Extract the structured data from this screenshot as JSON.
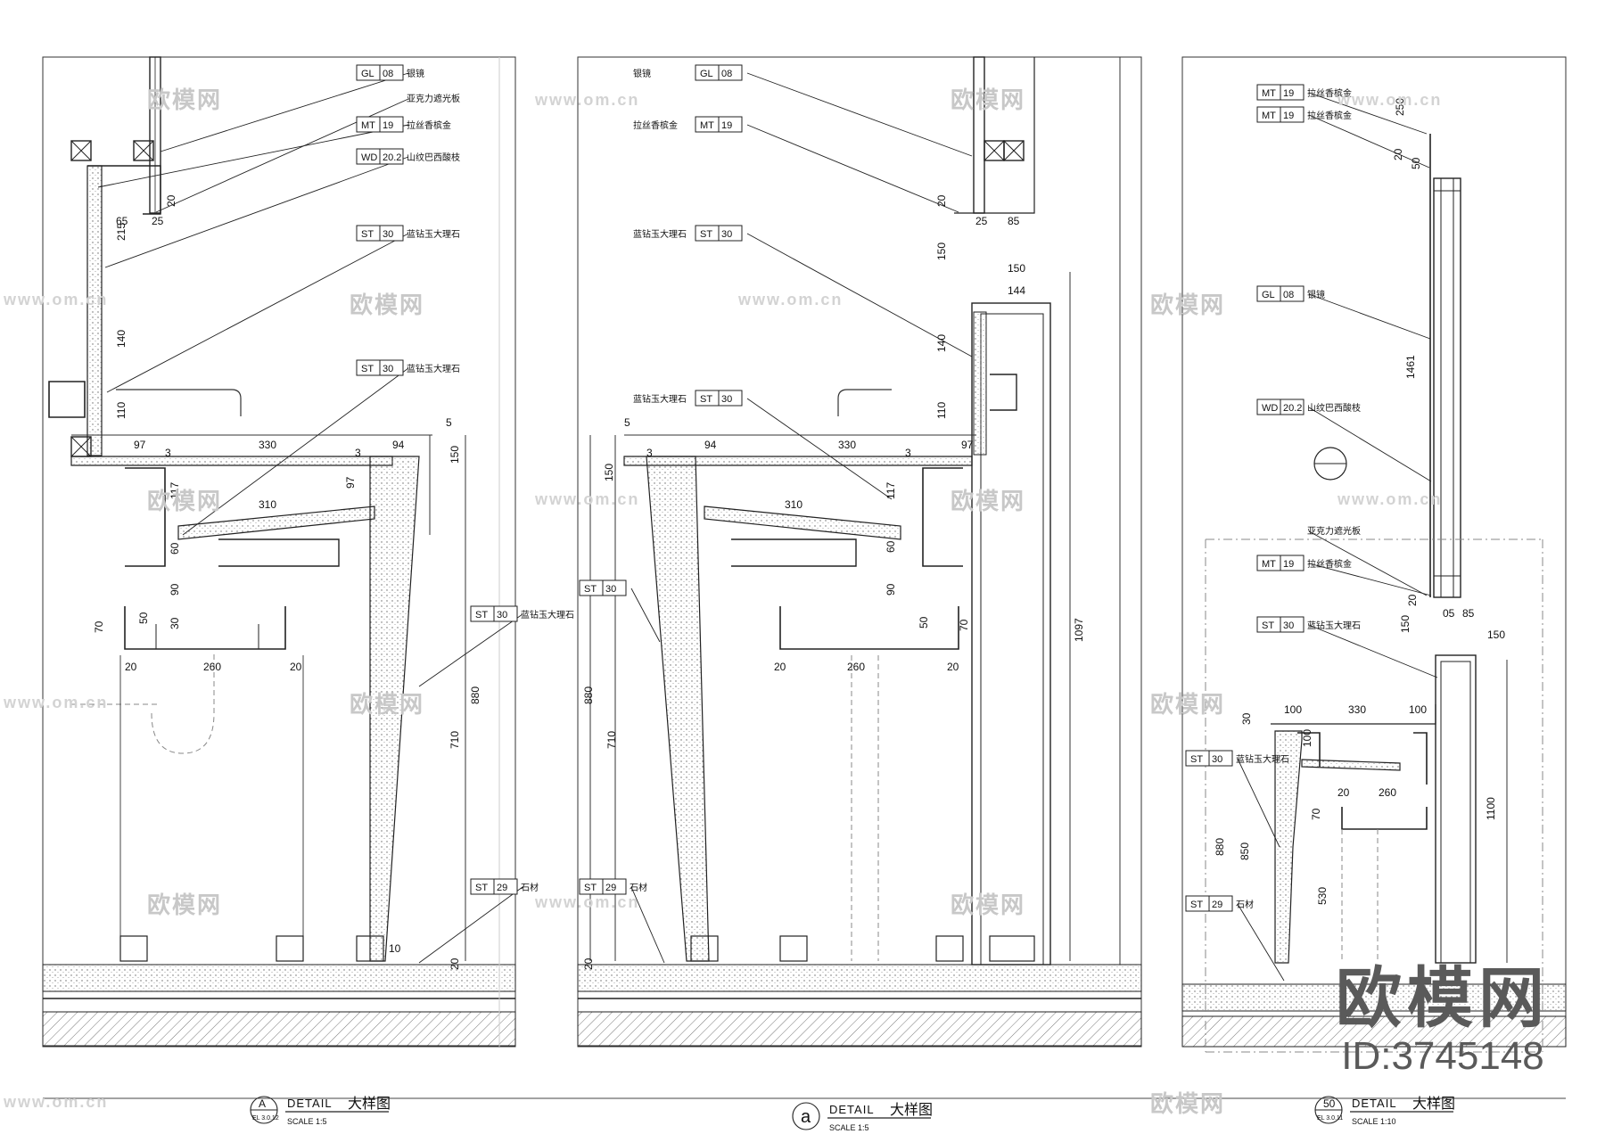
{
  "watermark": {
    "logo": "欧模网",
    "url": "www.om.cn"
  },
  "brand": {
    "logo": "欧模网",
    "id": "ID:3745148"
  },
  "panels": [
    {
      "title": {
        "marker": "A",
        "sheet": "EL 3.0.12",
        "detail": "DETAIL",
        "name": "大样图",
        "scale": "SCALE 1:5"
      },
      "tags": [
        {
          "code": "GL",
          "num": "08",
          "text": "银镜"
        },
        {
          "code": "",
          "num": "",
          "text": "亚克力遮光板"
        },
        {
          "code": "MT",
          "num": "19",
          "text": "拉丝香槟金"
        },
        {
          "code": "WD",
          "num": "20.2",
          "text": "山纹巴西酸枝"
        },
        {
          "code": "ST",
          "num": "30",
          "text": "蓝钻玉大理石"
        },
        {
          "code": "ST",
          "num": "30",
          "text": "蓝钻玉大理石"
        },
        {
          "code": "ST",
          "num": "30",
          "text": "蓝钻玉大理石"
        },
        {
          "code": "ST",
          "num": "29",
          "text": "石材"
        }
      ],
      "dims": [
        "65",
        "25",
        "20",
        "215",
        "140",
        "110",
        "97",
        "330",
        "94",
        "5",
        "3",
        "3",
        "150",
        "117",
        "97",
        "310",
        "60",
        "90",
        "30",
        "70",
        "50",
        "20",
        "260",
        "20",
        "880",
        "710",
        "10",
        "20"
      ]
    },
    {
      "title": {
        "marker": "a",
        "sheet": "",
        "detail": "DETAIL",
        "name": "大样图",
        "scale": "SCALE 1:5"
      },
      "tags": [
        {
          "code": "GL",
          "num": "08",
          "text": "银镜"
        },
        {
          "code": "MT",
          "num": "19",
          "text": "拉丝香槟金"
        },
        {
          "code": "ST",
          "num": "30",
          "text": "蓝钻玉大理石"
        },
        {
          "code": "ST",
          "num": "30",
          "text": "蓝钻玉大理石"
        },
        {
          "code": "ST",
          "num": "30",
          "text": ""
        },
        {
          "code": "ST",
          "num": "29",
          "text": "石材"
        }
      ],
      "dims": [
        "20",
        "25",
        "85",
        "150",
        "150",
        "144",
        "140",
        "110",
        "5",
        "94",
        "330",
        "97",
        "3",
        "3",
        "150",
        "310",
        "117",
        "60",
        "90",
        "50",
        "70",
        "20",
        "260",
        "20",
        "880",
        "710",
        "1097",
        "20"
      ]
    },
    {
      "title": {
        "marker": "50",
        "sheet": "EL 3.0.11",
        "detail": "DETAIL",
        "name": "大样图",
        "scale": "SCALE 1:10"
      },
      "tags": [
        {
          "code": "MT",
          "num": "19",
          "text": "拉丝香槟金"
        },
        {
          "code": "MT",
          "num": "19",
          "text": "拉丝香槟金"
        },
        {
          "code": "GL",
          "num": "08",
          "text": "银镜"
        },
        {
          "code": "WD",
          "num": "20.2",
          "text": "山纹巴西酸枝"
        },
        {
          "code": "",
          "num": "",
          "text": "亚克力遮光板"
        },
        {
          "code": "MT",
          "num": "19",
          "text": "拉丝香槟金"
        },
        {
          "code": "ST",
          "num": "30",
          "text": "蓝钻玉大理石"
        },
        {
          "code": "ST",
          "num": "30",
          "text": "蓝钻玉大理石"
        },
        {
          "code": "ST",
          "num": "29",
          "text": "石材"
        }
      ],
      "dims": [
        "250",
        "20",
        "50",
        "1461",
        "20",
        "05",
        "85",
        "150",
        "150",
        "100",
        "330",
        "100",
        "30",
        "100",
        "20",
        "260",
        "70",
        "880",
        "850",
        "530",
        "1100"
      ]
    }
  ]
}
